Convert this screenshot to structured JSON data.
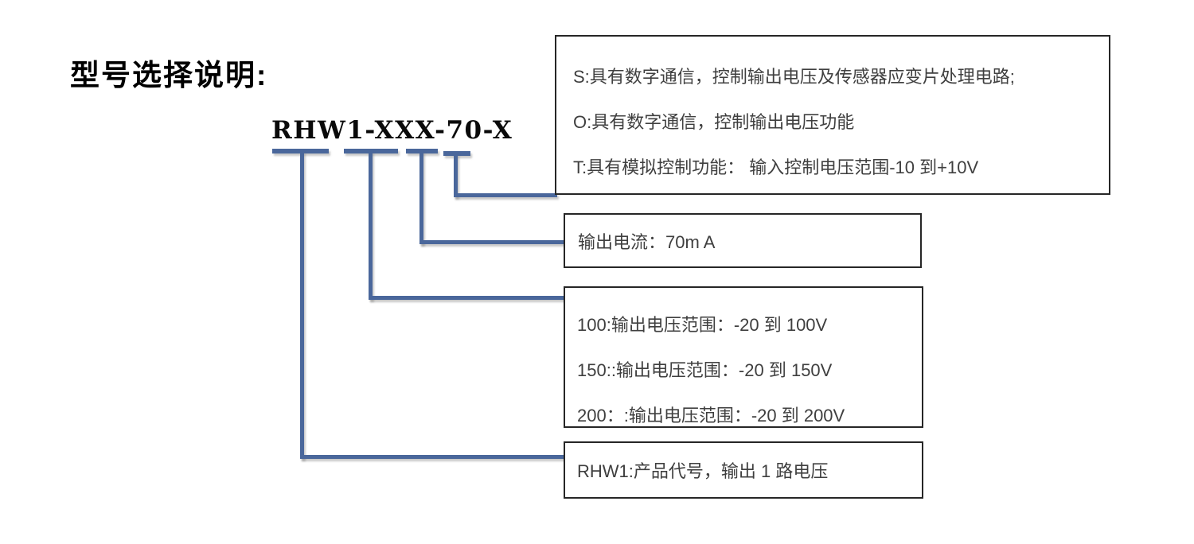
{
  "title": "型号选择说明:",
  "model_code": "RHW1-XXX-70-X",
  "colors": {
    "connector_line": "#4a679b",
    "box_border": "#262626",
    "box_text": "#3f3f3f",
    "title_text": "#000000"
  },
  "boxes": {
    "suffix": {
      "lines": [
        "S:具有数字通信，控制输出电压及传感器应变片处理电路;",
        "O:具有数字通信，控制输出电压功能",
        "T:具有模拟控制功能： 输入控制电压范围-10 到+10V"
      ]
    },
    "current": {
      "lines": [
        "输出电流：70m A"
      ]
    },
    "voltage": {
      "lines": [
        "100:输出电压范围：-20 到 100V",
        "150::输出电压范围：-20 到 150V",
        "200：:输出电压范围：-20 到 200V"
      ]
    },
    "product": {
      "lines": [
        "RHW1:产品代号，输出 1 路电压"
      ]
    }
  }
}
